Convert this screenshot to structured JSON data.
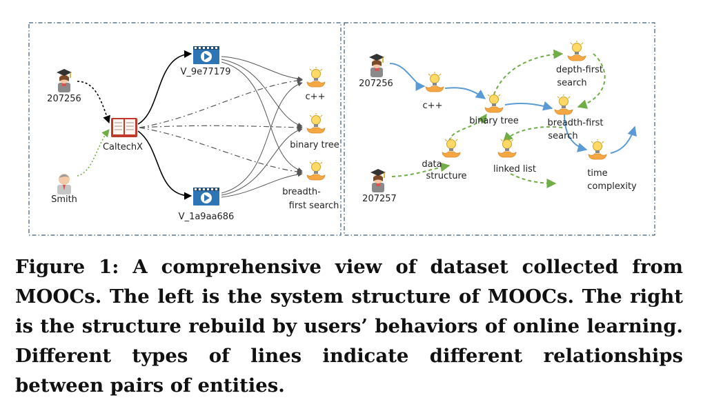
{
  "left_panel": {
    "users": [
      {
        "id": "207256",
        "icon": "graduate-user-icon"
      },
      {
        "id": "Smith",
        "icon": "person-user-icon"
      }
    ],
    "course": {
      "name": "CaltechX",
      "icon": "book-icon"
    },
    "videos": [
      {
        "id": "V_9e77179",
        "icon": "video-icon"
      },
      {
        "id": "V_1a9aa686",
        "icon": "video-icon"
      }
    ],
    "concepts": [
      {
        "name": "c++",
        "icon": "lightbulb-icon"
      },
      {
        "name": "binary tree",
        "icon": "lightbulb-icon"
      },
      {
        "name": "breadth-\nfirst search",
        "line1": "breadth-",
        "line2": "first search",
        "icon": "lightbulb-icon"
      }
    ]
  },
  "right_panel": {
    "users": [
      {
        "id": "207256",
        "icon": "graduate-user-icon"
      },
      {
        "id": "207257",
        "icon": "graduate-user-icon"
      }
    ],
    "concepts": [
      {
        "name": "c++"
      },
      {
        "name": "binary tree"
      },
      {
        "name": "depth-first search",
        "line1": "depth-first",
        "line2": "search"
      },
      {
        "name": "breadth-first search",
        "line1": "breadth-first",
        "line2": "search"
      },
      {
        "name": "data structure",
        "line1": "data",
        "line2": "structure"
      },
      {
        "name": "linked list"
      },
      {
        "name": "time complexity",
        "line1": "time",
        "line2": "complexity"
      }
    ]
  },
  "colors": {
    "panel_border": "#3a5a78",
    "blue_path": "#5b9bd5",
    "green_path": "#70ad47",
    "video_blue": "#2e75b6",
    "book_red": "#c0392b",
    "bulb_yellow": "#ffd966",
    "hand_orange": "#f4a742"
  },
  "caption": {
    "label": "Figure 1:",
    "text": "A comprehensive view of dataset collected from MOOCs. The left is the system structure of MOOCs. The right is the structure rebuild by users’ behaviors of online learning. Different types of lines indicate different relation­ships between pairs of entities."
  }
}
